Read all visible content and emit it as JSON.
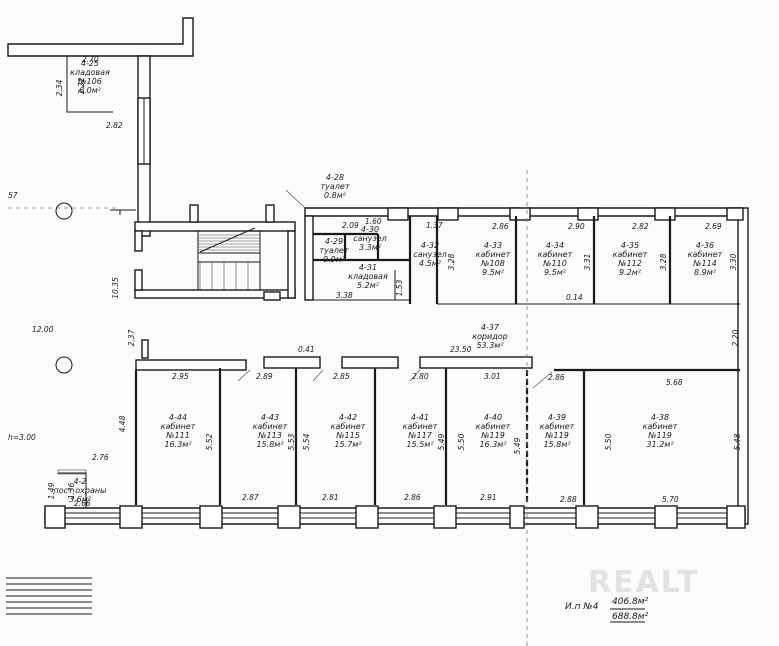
{
  "rooms": [
    {
      "code": "4-25",
      "type": "кладовая",
      "num": "№106",
      "area": "6.0м²"
    },
    {
      "code": "4-28",
      "type": "туалет",
      "num": "",
      "area": "0.8м²"
    },
    {
      "code": "4-29",
      "type": "туалет",
      "num": "",
      "area": "0.9м²"
    },
    {
      "code": "4-30",
      "type": "санузел",
      "num": "",
      "area": "3.3м²"
    },
    {
      "code": "4-31",
      "type": "кладовая",
      "num": "",
      "area": "5.2м²"
    },
    {
      "code": "4-32",
      "type": "санузел",
      "num": "",
      "area": "4.5м²"
    },
    {
      "code": "4-33",
      "type": "кабинет",
      "num": "№108",
      "area": "9.5м²"
    },
    {
      "code": "4-34",
      "type": "кабинет",
      "num": "№110",
      "area": "9.5м²"
    },
    {
      "code": "4-35",
      "type": "кабинет",
      "num": "№112",
      "area": "9.2м²"
    },
    {
      "code": "4-36",
      "type": "кабинет",
      "num": "№114",
      "area": "8.9м²"
    },
    {
      "code": "4-37",
      "type": "коридор",
      "num": "",
      "area": "53.3м²"
    },
    {
      "code": "4-44",
      "type": "кабинет",
      "num": "№111",
      "area": "16.3м²"
    },
    {
      "code": "4-43",
      "type": "кабинет",
      "num": "№113",
      "area": "15.8м²"
    },
    {
      "code": "4-42",
      "type": "кабинет",
      "num": "№115",
      "area": "15.7м²"
    },
    {
      "code": "4-41",
      "type": "кабинет",
      "num": "№117",
      "area": "15.5м²"
    },
    {
      "code": "4-40",
      "type": "кабинет",
      "num": "№119",
      "area": "16.3м²"
    },
    {
      "code": "4-39",
      "type": "кабинет",
      "num": "№119",
      "area": "15.8м²"
    },
    {
      "code": "4-38",
      "type": "кабинет",
      "num": "№119",
      "area": "31.2м²"
    },
    {
      "code": "4-2",
      "type": "пост охраны",
      "num": "",
      "area": "3.6м²"
    }
  ],
  "dimensions": [
    "2.70",
    "2.34",
    "2.22",
    "2.82",
    "57",
    "10.35",
    "2.37",
    "12.00",
    "h=3.00",
    "4.48",
    "2.76",
    "1.49",
    "1.36",
    "2.66",
    "2.09",
    "1.60",
    "1.37",
    "2.86",
    "2.90",
    "2.82",
    "2.69",
    "3.28",
    "3.31",
    "3.28",
    "3.30",
    "1.53",
    "3.38",
    "0.14",
    "2.20",
    "0.41",
    "23.50",
    "2.95",
    "2.89",
    "2.85",
    "2.80",
    "3.01",
    "2.86",
    "5.68",
    "5.52",
    "5.53",
    "5.54",
    "5.50",
    "5.49",
    "5.49",
    "5.50",
    "5.48",
    "2.87",
    "2.81",
    "2.86",
    "2.91",
    "2.88",
    "5.70"
  ],
  "legend": {
    "label": "И.п №4",
    "value1": "406.8м²",
    "value2": "688.8м²"
  },
  "watermark": "REALT"
}
